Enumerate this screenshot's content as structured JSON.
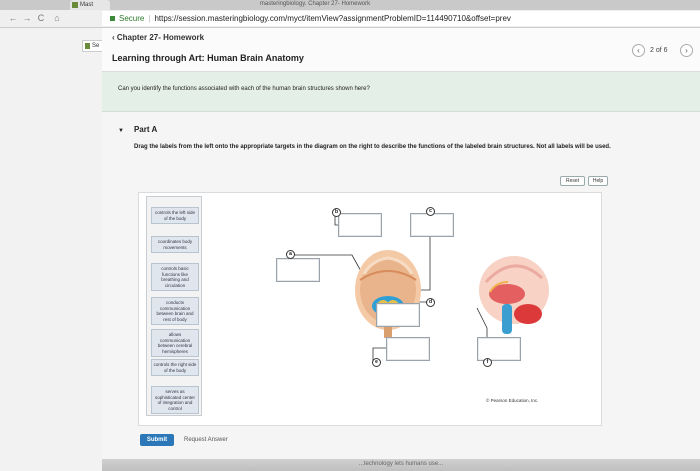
{
  "browser": {
    "tab_title": "Mast",
    "sidebar_tab_title": "Se",
    "top_tab_text": "masteringbiology. Chapter 27- Homework",
    "secure_label": "Secure",
    "url": "https://session.masteringbiology.com/myct/itemView?assignmentProblemID=114490710&offset=prev",
    "back_icon": "back-arrow-icon",
    "forward_icon": "forward-arrow-icon",
    "reload_icon": "reload-icon"
  },
  "header": {
    "chapter_link": "Chapter 27- Homework",
    "title": "Learning through Art: Human Brain Anatomy",
    "pager": "2 of 6"
  },
  "intro": {
    "question": "Can you identify the functions associated with each of the human brain structures shown here?"
  },
  "part": {
    "label": "Part A",
    "instructions": "Drag the labels from the left onto the appropriate targets in the diagram on the right to describe the functions of the labeled brain structures. Not all labels will be used."
  },
  "buttons": {
    "reset": "Reset",
    "help": "Help",
    "submit": "Submit",
    "request_answer": "Request Answer"
  },
  "labels": [
    "controls the left side of the body",
    "coordinates body movements",
    "controls basic functions like breathing and circulation",
    "conducts communication between brain and rest of body",
    "allows communication between cerebral hemispheres",
    "controls the right side of the body",
    "serves as sophisticated center of integration and control"
  ],
  "targets": {
    "a": "a",
    "b": "b",
    "c": "c",
    "d": "d",
    "e": "e",
    "f": "f"
  },
  "diagram": {
    "credit": "© Pearson Education, Inc."
  },
  "footer": {
    "text": "...technology lets humans use..."
  },
  "colors": {
    "submit": "#2b77b7",
    "intro_bg": "#e4efe8",
    "label_chip": "#dfe6ee"
  }
}
